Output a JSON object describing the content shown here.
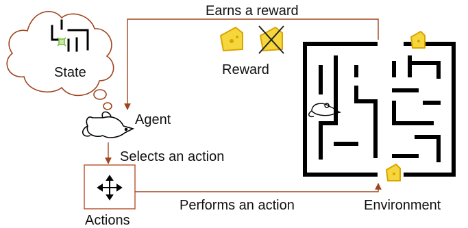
{
  "diagram": {
    "labels": {
      "earns_reward": "Earns a reward",
      "reward": "Reward",
      "state": "State",
      "agent": "Agent",
      "selects_action": "Selects an action",
      "actions": "Actions",
      "performs_action": "Performs an action",
      "environment": "Environment"
    },
    "colors": {
      "arrow": "#a0451f",
      "box_border": "#b5502a",
      "maze_wall": "#000000",
      "cheese_fill": "#f5d63c",
      "cheese_stroke": "#d9a400",
      "state_marker": "#7bc043",
      "text": "#111111"
    },
    "icons": [
      "thought-cloud-icon",
      "mouse-icon",
      "cheese-icon",
      "crossed-cheese-icon",
      "move-arrows-icon",
      "maze-icon"
    ]
  }
}
